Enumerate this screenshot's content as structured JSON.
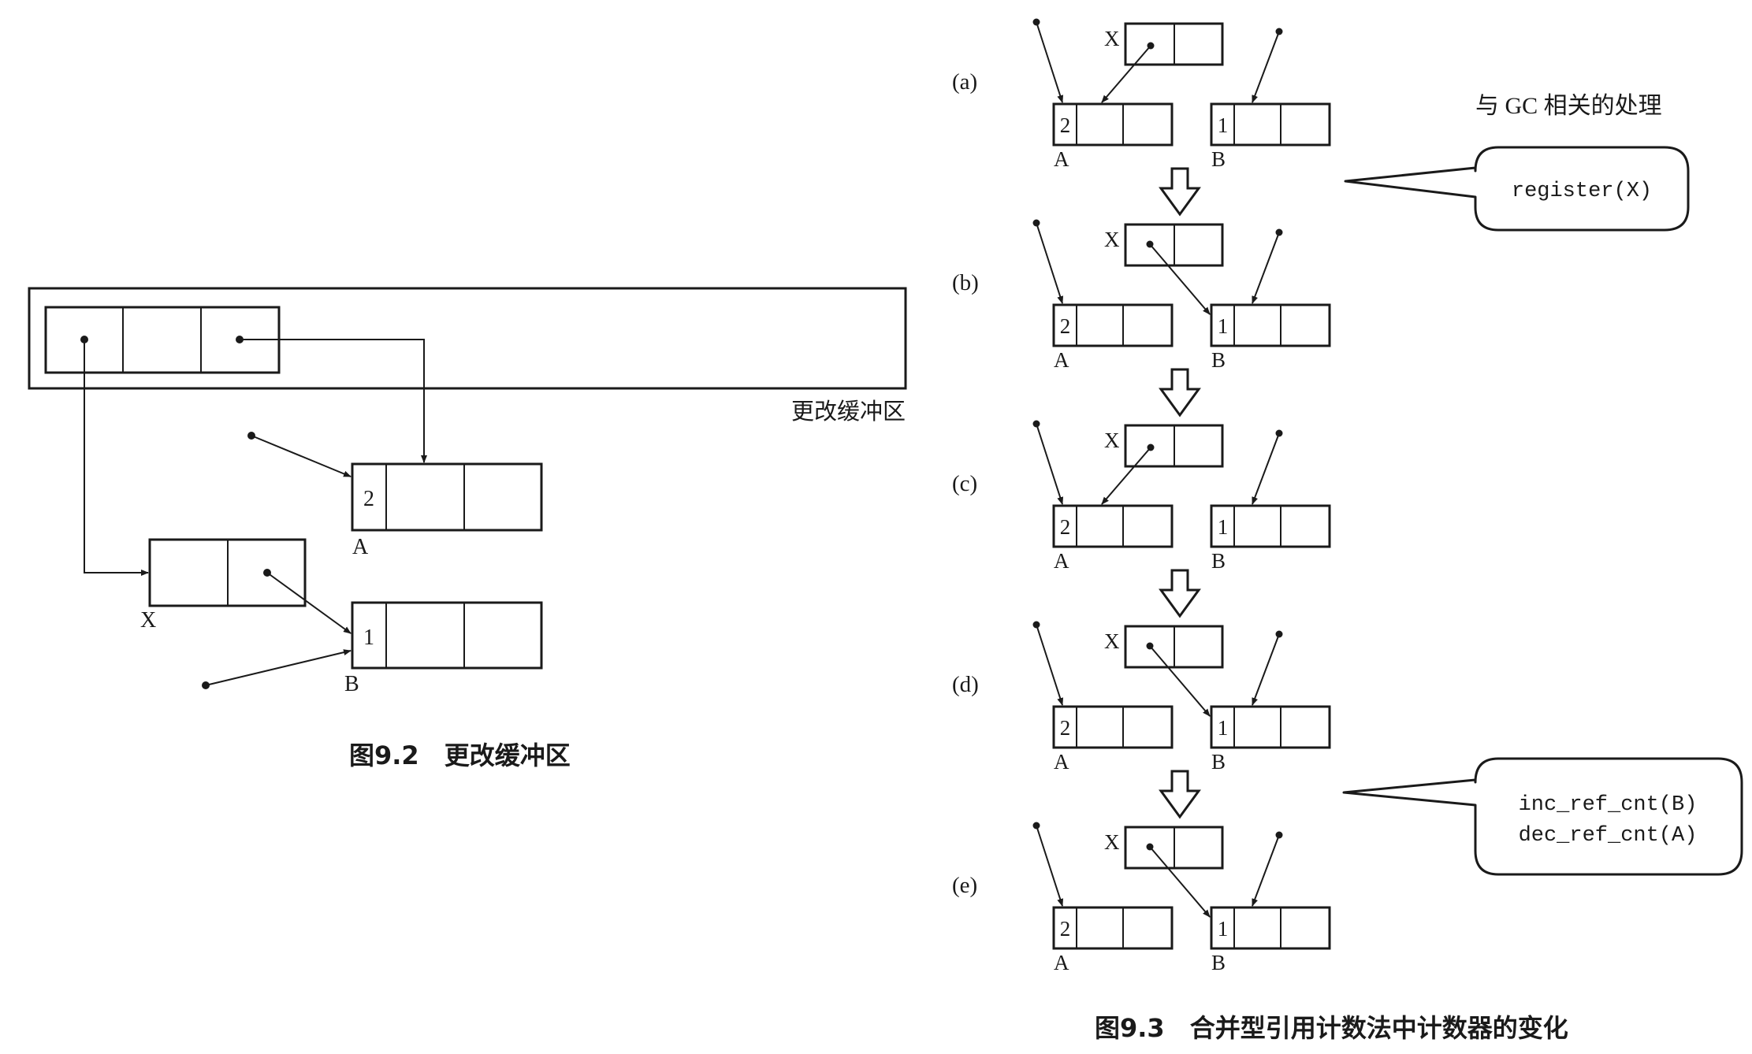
{
  "fig92": {
    "buffer_label": "更改缓冲区",
    "node_a": {
      "label": "A",
      "count": "2"
    },
    "node_b": {
      "label": "B",
      "count": "1"
    },
    "node_x": {
      "label": "X"
    },
    "caption": "图9.2　更改缓冲区"
  },
  "fig93": {
    "gc_heading": "与 GC 相关的处理",
    "bubble1": {
      "line1": "register(X)"
    },
    "bubble2": {
      "line1": "inc_ref_cnt(B)",
      "line2": "dec_ref_cnt(A)"
    },
    "caption": "图9.3　合并型引用计数法中计数器的变化",
    "steps": [
      {
        "tag": "(a)",
        "x_points_to": "A",
        "a_count": "2",
        "b_count": "1",
        "a_label": "A",
        "b_label": "B",
        "x_label": "X"
      },
      {
        "tag": "(b)",
        "x_points_to": "B",
        "a_count": "2",
        "b_count": "1",
        "a_label": "A",
        "b_label": "B",
        "x_label": "X"
      },
      {
        "tag": "(c)",
        "x_points_to": "A",
        "a_count": "2",
        "b_count": "1",
        "a_label": "A",
        "b_label": "B",
        "x_label": "X"
      },
      {
        "tag": "(d)",
        "x_points_to": "B",
        "a_count": "2",
        "b_count": "1",
        "a_label": "A",
        "b_label": "B",
        "x_label": "X"
      },
      {
        "tag": "(e)",
        "x_points_to": "B",
        "a_count": "2",
        "b_count": "1",
        "a_label": "A",
        "b_label": "B",
        "x_label": "X"
      }
    ]
  },
  "colors": {
    "ink": "#1a1a1a",
    "background": "#ffffff"
  }
}
